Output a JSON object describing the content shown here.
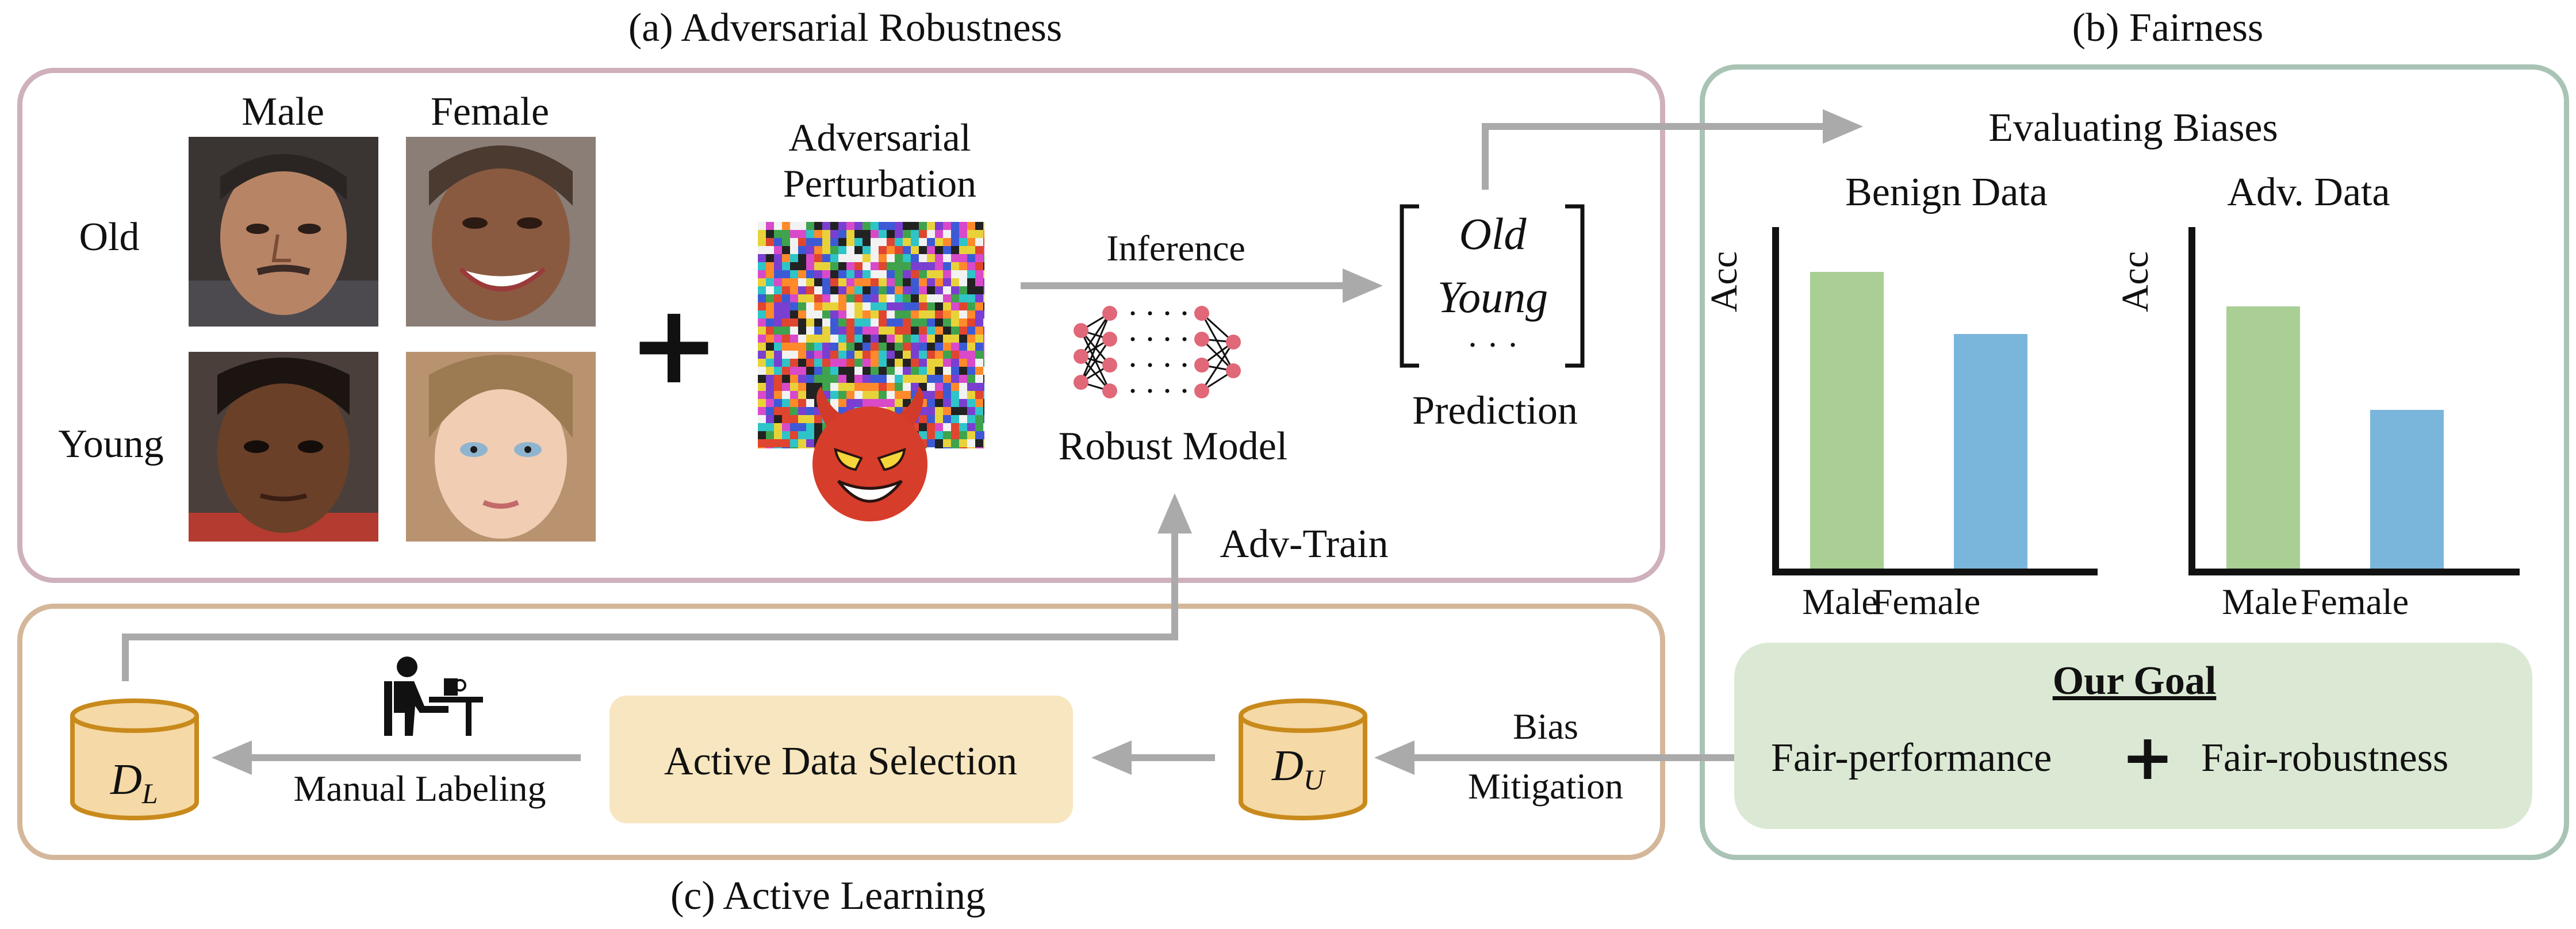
{
  "panels": {
    "robustness_title": "(a) Adversarial Robustness",
    "fairness_title": "(b) Fairness",
    "active_title": "(c) Active Learning"
  },
  "faces": {
    "col_male": "Male",
    "col_female": "Female",
    "row_old": "Old",
    "row_young": "Young"
  },
  "perturbation": {
    "label_line1": "Adversarial",
    "label_line2": "Perturbation",
    "plus": "+"
  },
  "model": {
    "inference": "Inference",
    "name": "Robust Model"
  },
  "prediction": {
    "item1": "Old",
    "item2": "Young",
    "item3": "· · ·",
    "label": "Prediction"
  },
  "fairness": {
    "evaluating": "Evaluating Biases",
    "charts": [
      {
        "title": "Benign Data",
        "ylabel": "Acc",
        "categories": [
          "Male",
          "Female"
        ]
      },
      {
        "title": "Adv. Data",
        "ylabel": "Acc",
        "categories": [
          "Male",
          "Female"
        ]
      }
    ]
  },
  "goal": {
    "title": "Our Goal",
    "left": "Fair-performance",
    "plus": "+",
    "right": "Fair-robustness"
  },
  "active": {
    "adv_train": "Adv-Train",
    "dl_main": "D",
    "dl_sub": "L",
    "du_main": "D",
    "du_sub": "U",
    "manual_labeling": "Manual Labeling",
    "selection": "Active Data Selection",
    "bias": "Bias",
    "mitigation": "Mitigation"
  },
  "colors": {
    "robust_border": "#cfb0bd",
    "fair_border": "#a9c3b5",
    "active_border": "#d4b79a",
    "goal_fill": "#dbe9d4",
    "selection_fill": "#f7e6bf",
    "db_fill": "#f5d9a6",
    "db_stroke": "#c98a1c",
    "bar_male": "#a9cf94",
    "bar_female": "#7ab6dc",
    "arrow": "#aaaaaa",
    "node": "#e06878"
  },
  "chart_data": [
    {
      "type": "bar",
      "title": "Benign Data",
      "xlabel": "",
      "ylabel": "Acc",
      "categories": [
        "Male",
        "Female"
      ],
      "values": [
        0.87,
        0.69
      ],
      "ylim": [
        0,
        1
      ]
    },
    {
      "type": "bar",
      "title": "Adv. Data",
      "xlabel": "",
      "ylabel": "Acc",
      "categories": [
        "Male",
        "Female"
      ],
      "values": [
        0.77,
        0.47
      ],
      "ylim": [
        0,
        1
      ]
    }
  ]
}
